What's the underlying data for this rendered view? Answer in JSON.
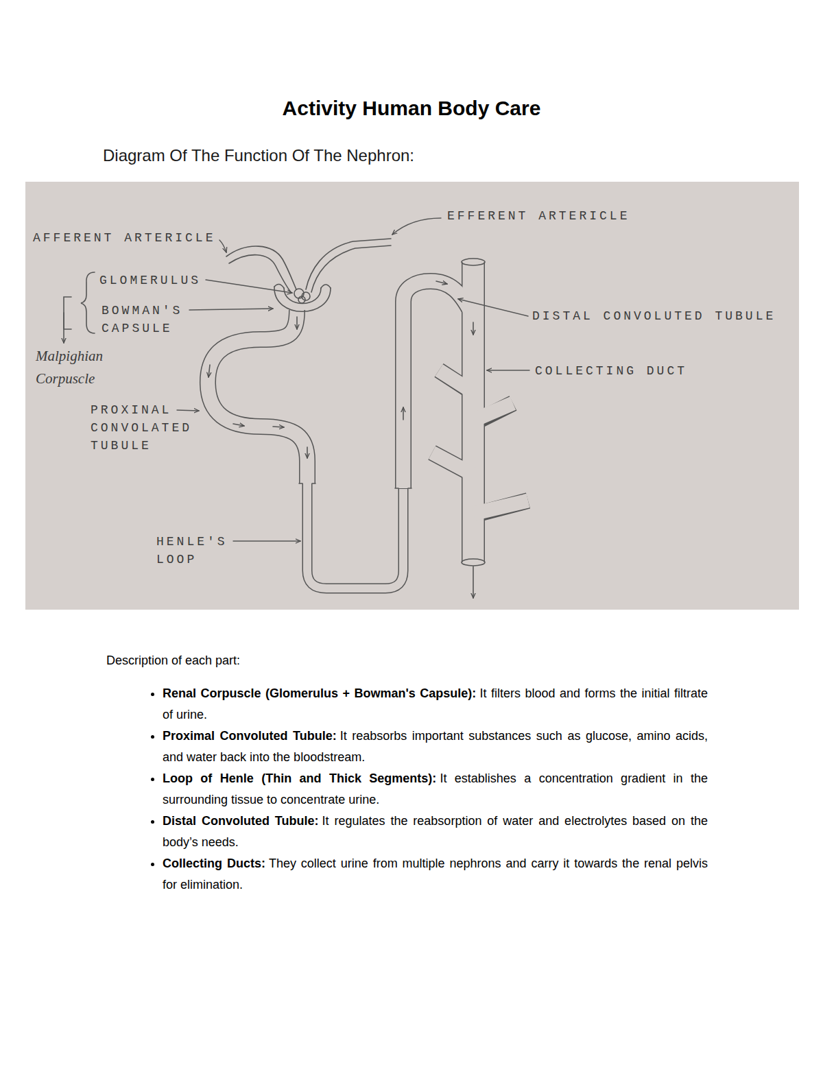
{
  "diagram": {
    "title": "Activity Human Body Care",
    "labels": [
      "Diagram Of The Function Of The Nephron:",
      "AFFERENT ARTERICLE",
      "EFFERENT ARTERICLE",
      "GLOMERULUS",
      "BOWMAN'S CAPSULE",
      "Malpighian Corpuscle",
      "PROXINAL CONVOLATED TUBULE",
      "HENLE'S LOOP",
      "DISTAL CONVOLUTED TUBULE",
      "COLLECTING DUCT",
      "Description of each part:",
      "Renal Corpuscle (Glomerulus + Bowman's Capsule):",
      "It filters blood and forms the initial filtrate of urine.",
      "Proximal Convoluted Tubule:",
      "It reabsorbs important substances such as glucose, amino acids, and water back into the bloodstream.",
      "Loop of Henle (Thin and Thick Segments):",
      "It establishes a concentration gradient in the surrounding tissue to concentrate urine.",
      "Distal Convoluted Tubule:",
      "It regulates the reabsorption of water and electrolytes based on the body’s needs.",
      "Collecting Ducts:",
      "They collect urine from multiple nephrons and carry it towards the renal pelvis for elimination."
    ]
  }
}
